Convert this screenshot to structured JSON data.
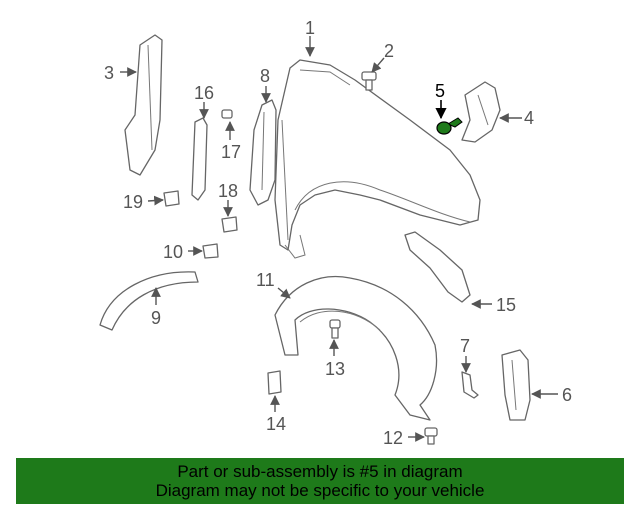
{
  "diagram": {
    "callouts": [
      "1",
      "2",
      "3",
      "4",
      "5",
      "6",
      "7",
      "8",
      "9",
      "10",
      "11",
      "12",
      "13",
      "14",
      "15",
      "16",
      "17",
      "18",
      "19"
    ],
    "highlighted_callout": "5",
    "highlight_color": "#1e7a1a"
  },
  "banner": {
    "line1": "Part or sub-assembly is #5 in diagram",
    "line2": "Diagram may not be specific to your vehicle",
    "background": "#1e7a1a"
  }
}
